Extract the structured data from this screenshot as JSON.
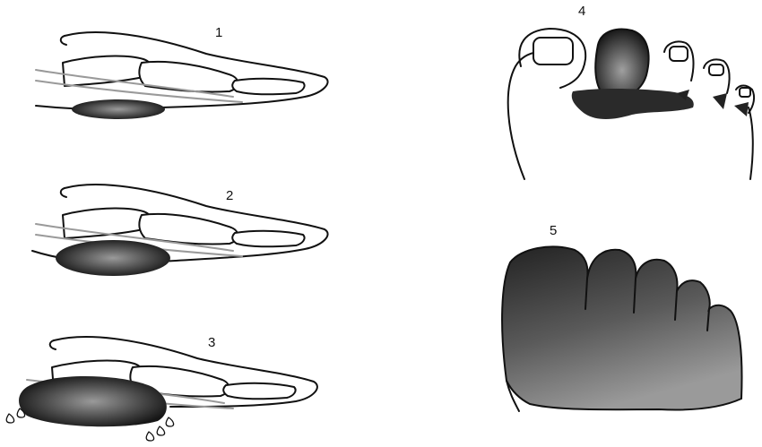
{
  "panels": [
    {
      "label": "1"
    },
    {
      "label": "2"
    },
    {
      "label": "3"
    },
    {
      "label": "4"
    },
    {
      "label": "5"
    }
  ],
  "colors": {
    "ink": "#111111",
    "tendon": "#9a9a9a",
    "lesion_dark": "#1c1c1c",
    "lesion_light": "#8c8c8c"
  }
}
